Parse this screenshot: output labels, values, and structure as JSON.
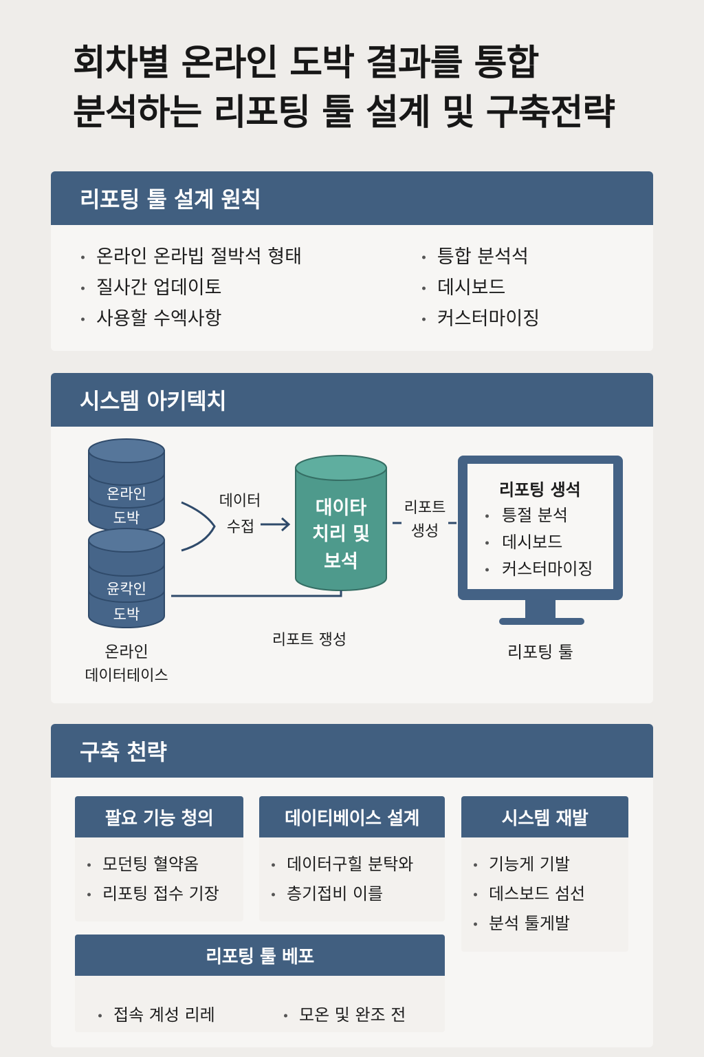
{
  "title": {
    "line1": "회차별 온라인 도박 결과를 통합",
    "line2": "분석하는 리포팅 툴 설계 및 구축전략"
  },
  "principles": {
    "header": "리포팅 툴 설계 원칙",
    "left_items": [
      "온라인 온라빕 절박석 형태",
      "질사간 업데이토",
      "사용할 수엑사항"
    ],
    "right_items": [
      "틍합 분석석",
      "데시보드",
      "커스터마이징"
    ]
  },
  "architecture": {
    "header": "시스템 아키텍치",
    "db1": {
      "line1": "온라인",
      "line2": "도박"
    },
    "db2": {
      "line1": "윤칵인",
      "line2": "도박"
    },
    "db_caption": {
      "line1": "온라인",
      "line2": "데이터테이스"
    },
    "collect_label": {
      "line1": "데이터",
      "line2": "수접"
    },
    "processing": {
      "line1": "대이타",
      "line2": "치리 및",
      "line3": "보석"
    },
    "report_gen_label": {
      "line1": "리포트",
      "line2": "생성"
    },
    "bottom_label": "리포트 쟁성",
    "monitor": {
      "title": "리포팅 생석",
      "items": [
        "틍절 분석",
        "데시보드",
        "커스터마이징"
      ],
      "caption": "리포팅 툴"
    }
  },
  "strategy": {
    "header": "구축 천략",
    "cards": [
      {
        "title": "팔요 기능 청의",
        "items": [
          "모던팅 혈약옴",
          "리포팅 접수 기장"
        ]
      },
      {
        "title": "데이티베이스 설계",
        "items": [
          "데이터구힐 분탁와",
          "층기접비 이를"
        ]
      },
      {
        "title": "시스템 재발",
        "items": [
          "기능게 기발",
          "데스보드 섬선",
          "분석 툴게발"
        ]
      }
    ],
    "deploy": {
      "title": "리포팅 툴 베포",
      "items": [
        "접속 계성 리레",
        "모온 및 완조 전"
      ]
    }
  },
  "colors": {
    "header_blue": "#415f80",
    "db_blue": "#466589",
    "processing_teal": "#4e9a8c",
    "background": "#efedea",
    "panel": "#f7f6f4"
  }
}
